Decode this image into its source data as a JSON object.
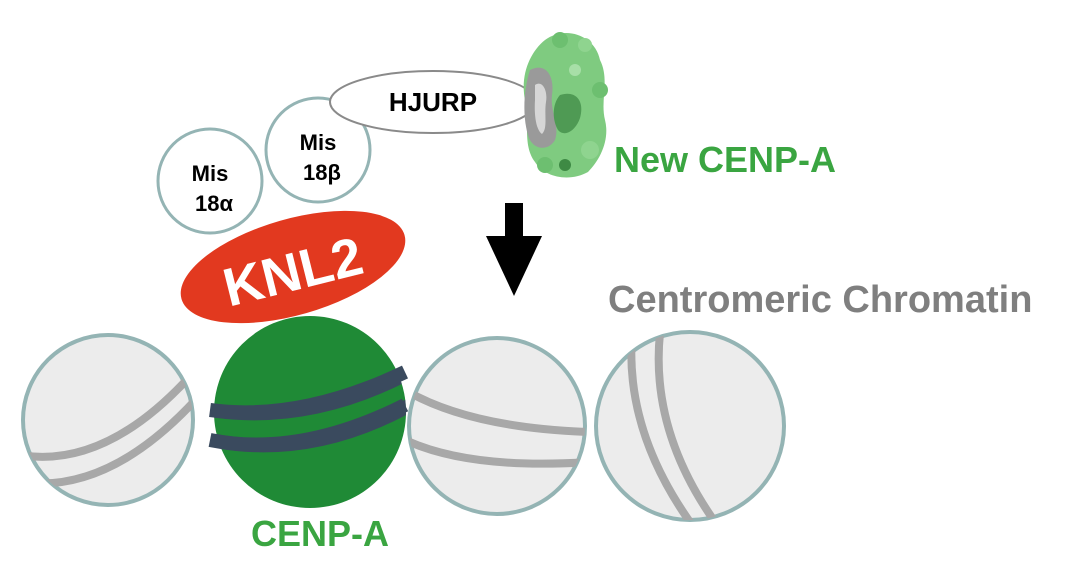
{
  "labels": {
    "hjurp": "HJURP",
    "mis18a_line1": "Mis",
    "mis18a_line2": "18α",
    "mis18b_line1": "Mis",
    "mis18b_line2": "18β",
    "knl2": "KNL2",
    "new_cenpa": "New CENP-A",
    "centromeric_chromatin": "Centromeric Chromatin",
    "cenpa": "CENP-A"
  },
  "colors": {
    "green_text": "#3aa541",
    "grey_text": "#7f7f7f",
    "knl2_fill": "#e2391f",
    "cenpa_nucleosome": "#1f8a36",
    "dna_wrap_dark": "#3a4a5e",
    "nucleosome_fill": "#ececec",
    "nucleosome_stroke": "#94b4b4",
    "dna_wrap_grey": "#a8a8a8",
    "arrow": "#000000"
  },
  "icons": {
    "new_cenpa_structure": "protein-structure-icon",
    "arrow": "down-arrow-icon"
  }
}
